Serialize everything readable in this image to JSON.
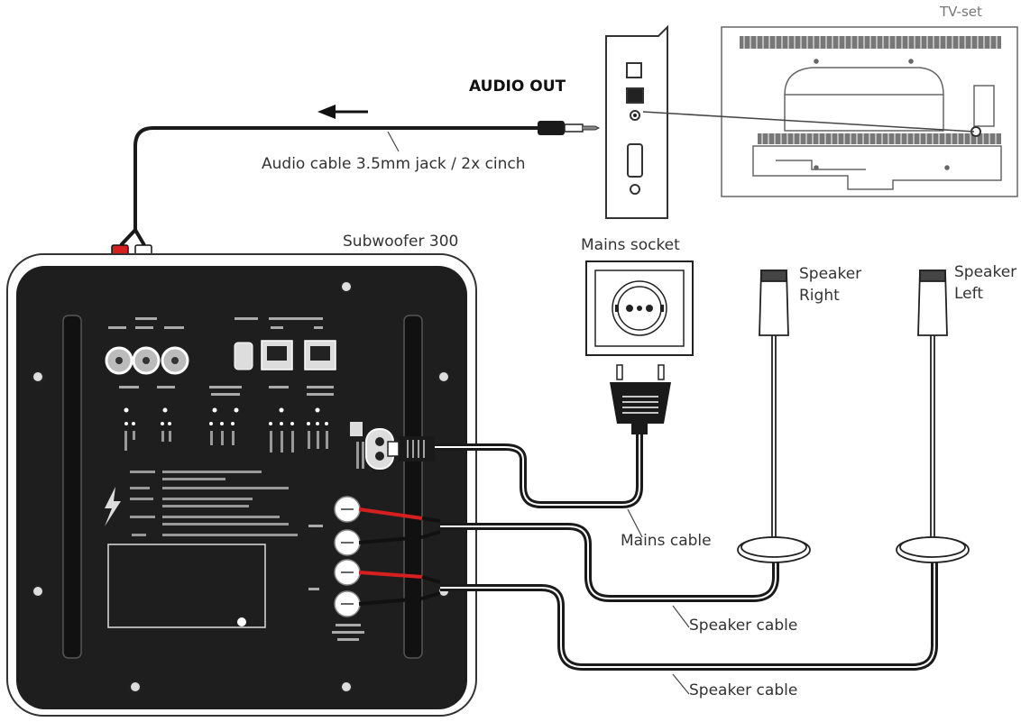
{
  "labels": {
    "tv_set": "TV-set",
    "audio_out": "AUDIO OUT",
    "audio_cable": "Audio cable 3.5mm jack / 2x cinch",
    "subwoofer": "Subwoofer 300",
    "mains_socket": "Mains socket",
    "speaker_right": [
      "Speaker",
      "Right"
    ],
    "speaker_left": [
      "Speaker",
      "Left"
    ],
    "mains_cable": "Mains cable",
    "speaker_cable_1": "Speaker cable",
    "speaker_cable_2": "Speaker cable"
  },
  "colors": {
    "cable": "#1a1a1a",
    "panel": "#1e1e1e",
    "red_plug": "#d62020",
    "line": "#555555"
  }
}
